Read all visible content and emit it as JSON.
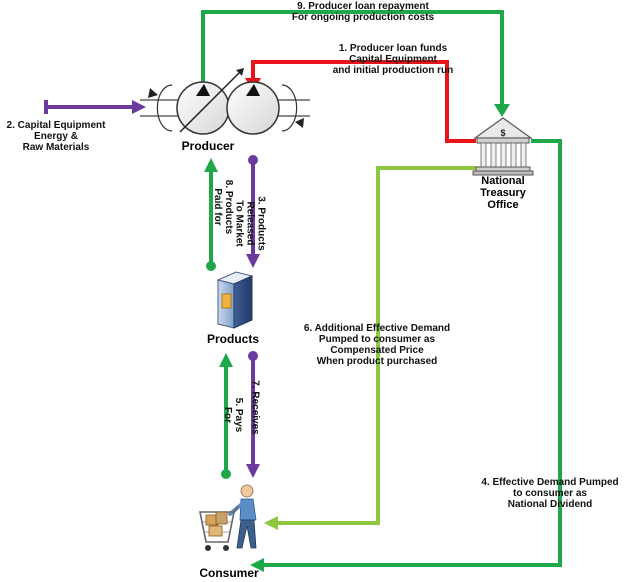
{
  "nodes": {
    "producer": "Producer",
    "products": "Products",
    "consumer": "Consumer",
    "treasury": "National\nTreasury\nOffice",
    "treasury_symbol": "$"
  },
  "flows": {
    "f1": "1. Producer loan funds\nCapital Equipment\nand initial production run",
    "f2": "2. Capital Equipment\nEnergy &\nRaw Materials",
    "f3": "3. Products\nReleased\nTo Market",
    "f4": "4. Effective Demand Pumped\nto consumer as\nNational Dividend",
    "f5": "5. Pays\nFor",
    "f6": "6. Additional Effective Demand\nPumped to consumer as\nCompensated Price\nWhen product purchased",
    "f7": "7. Receives",
    "f8": "8. Products\nPaid for",
    "f9": "9. Producer loan repayment\nFor ongoing production costs"
  },
  "colors": {
    "green": "#1ea84a",
    "light_green": "#8dc63f",
    "red": "#e8141a",
    "purple": "#6c3a9e"
  }
}
